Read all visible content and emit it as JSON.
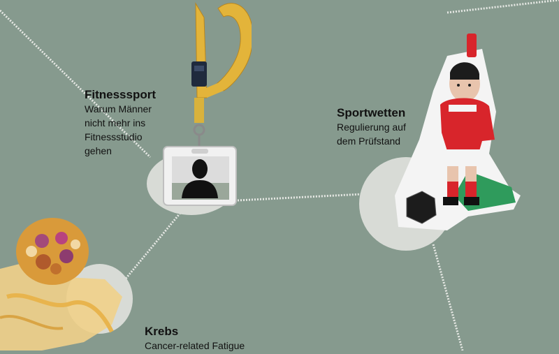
{
  "colors": {
    "background": "#869a8e",
    "node_disc": "#d8dbd6",
    "connector": "#e6e8e4"
  },
  "topics": [
    {
      "id": "fitness",
      "title": "Fitnesssport",
      "subtitle": "Warum Männer\nnicht mehr ins\nFitnessstudio\ngehen",
      "image": "badge-lanyard-icon"
    },
    {
      "id": "sportwetten",
      "title": "Sportwetten",
      "subtitle": "Regulierung auf\ndem Prüfstand",
      "image": "tipp-kick-figure-icon"
    },
    {
      "id": "krebs",
      "title": "Krebs",
      "subtitle": "Cancer-related Fatigue",
      "image": "cancer-cell-icon"
    }
  ]
}
